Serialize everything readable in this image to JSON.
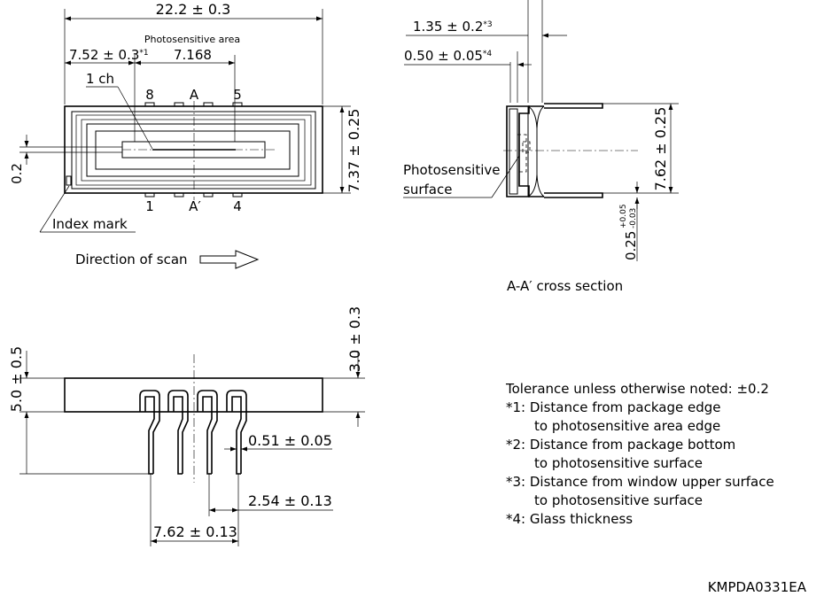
{
  "top_view": {
    "width_dim": "22.2 ± 0.3",
    "photosensitive_area_label": "Photosensitive area",
    "offset_dim": "7.52 ± 0.3",
    "offset_note": "*1",
    "area_dim": "7.168",
    "channel_label": "1 ch",
    "pin_8": "8",
    "pin_A": "A",
    "pin_5": "5",
    "pin_1": "1",
    "pin_A_prime": "A′",
    "pin_4": "4",
    "height_dim": "7.37 ± 0.25",
    "slit_dim": "0.2",
    "index_mark_label": "Index mark",
    "scan_label": "Direction of scan"
  },
  "cross_section": {
    "dim_135": "1.35 ± 0.2",
    "note_135": "*3",
    "dim_050": "0.50 ± 0.05",
    "note_050": "*4",
    "surface_label_1": "Photosensitive",
    "surface_label_2": "surface",
    "height_dim": "7.62 ± 0.25",
    "lead_dim_base": "0.25",
    "lead_dim_plus": "+0.05",
    "lead_dim_minus": "-0.03",
    "caption": "A-A′ cross section"
  },
  "side_view": {
    "body_height_dim": "5.0 ± 0.5",
    "lead_height_dim": "3.0 ± 0.3",
    "lead_width_dim": "0.51 ± 0.05",
    "pitch_dim": "2.54 ± 0.13",
    "row_dim": "7.62 ± 0.13"
  },
  "notes": {
    "tolerance": "Tolerance unless otherwise noted: ±0.2",
    "n1a": "*1: Distance from package edge",
    "n1b": "to photosensitive area edge",
    "n2a": "*2: Distance from package bottom",
    "n2b": "to photosensitive surface",
    "n3a": "*3: Distance from window upper surface",
    "n3b": "to photosensitive surface",
    "n4": "*4: Glass thickness"
  },
  "doc_code": "KMPDA0331EA"
}
